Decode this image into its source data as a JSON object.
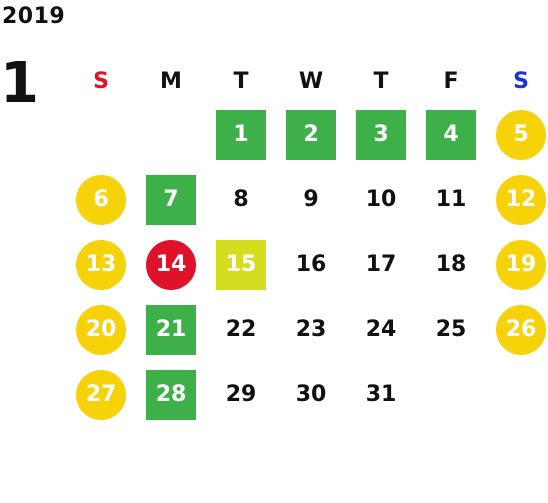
{
  "year": "2019",
  "month": "1",
  "colors": {
    "sunday": "#e0122a",
    "saturday": "#1a32d6",
    "weekday_header": "#111111",
    "green": "#3db04a",
    "yellow": "#f5d20a",
    "red": "#e0122a",
    "lime": "#d6dc20"
  },
  "weekdays": [
    {
      "label": "S",
      "kind": "sunday"
    },
    {
      "label": "M",
      "kind": "weekday"
    },
    {
      "label": "T",
      "kind": "weekday"
    },
    {
      "label": "W",
      "kind": "weekday"
    },
    {
      "label": "T",
      "kind": "weekday"
    },
    {
      "label": "F",
      "kind": "weekday"
    },
    {
      "label": "S",
      "kind": "saturday"
    }
  ],
  "weeks": [
    [
      {
        "day": "",
        "style": "empty"
      },
      {
        "day": "",
        "style": "empty"
      },
      {
        "day": "1",
        "style": "green"
      },
      {
        "day": "2",
        "style": "green"
      },
      {
        "day": "3",
        "style": "green"
      },
      {
        "day": "4",
        "style": "green"
      },
      {
        "day": "5",
        "style": "yellow"
      }
    ],
    [
      {
        "day": "6",
        "style": "yellow"
      },
      {
        "day": "7",
        "style": "green"
      },
      {
        "day": "8",
        "style": "plain"
      },
      {
        "day": "9",
        "style": "plain"
      },
      {
        "day": "10",
        "style": "plain"
      },
      {
        "day": "11",
        "style": "plain"
      },
      {
        "day": "12",
        "style": "yellow"
      }
    ],
    [
      {
        "day": "13",
        "style": "yellow"
      },
      {
        "day": "14",
        "style": "red"
      },
      {
        "day": "15",
        "style": "lime"
      },
      {
        "day": "16",
        "style": "plain"
      },
      {
        "day": "17",
        "style": "plain"
      },
      {
        "day": "18",
        "style": "plain"
      },
      {
        "day": "19",
        "style": "yellow"
      }
    ],
    [
      {
        "day": "20",
        "style": "yellow"
      },
      {
        "day": "21",
        "style": "green"
      },
      {
        "day": "22",
        "style": "plain"
      },
      {
        "day": "23",
        "style": "plain"
      },
      {
        "day": "24",
        "style": "plain"
      },
      {
        "day": "25",
        "style": "plain"
      },
      {
        "day": "26",
        "style": "yellow"
      }
    ],
    [
      {
        "day": "27",
        "style": "yellow"
      },
      {
        "day": "28",
        "style": "green"
      },
      {
        "day": "29",
        "style": "plain"
      },
      {
        "day": "30",
        "style": "plain"
      },
      {
        "day": "31",
        "style": "plain"
      },
      {
        "day": "",
        "style": "empty"
      },
      {
        "day": "",
        "style": "empty"
      }
    ]
  ]
}
